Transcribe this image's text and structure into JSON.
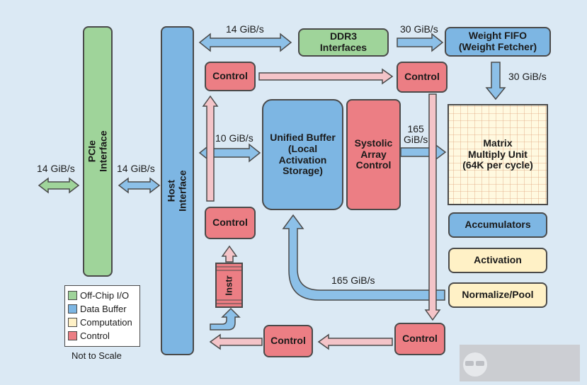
{
  "colors": {
    "background": "#dbe9f4",
    "off_chip_io": "#9fd49a",
    "data_buffer": "#7db6e3",
    "computation": "#fff1c6",
    "control": "#ec7e84",
    "pink_arrow": "#f4c4c8",
    "blue_arrow": "#8cc0e8",
    "grid_line": "#e0a27a",
    "grid_bg": "#fff9e0"
  },
  "blocks": {
    "pcie": "PCIe\nInterface",
    "host": "Host\nInterface",
    "ddr3": "DDR3\nInterfaces",
    "weight_fifo": "Weight FIFO\n(Weight Fetcher)",
    "unified_buffer": "Unified Buffer\n(Local\nActivation\nStorage)",
    "systolic": "Systolic\nArray\nControl",
    "matrix": "Matrix\nMultiply Unit\n(64K per cycle)",
    "accumulators": "Accumulators",
    "activation": "Activation",
    "normalize": "Normalize/Pool",
    "instr": "Instr",
    "control_top_left": "Control",
    "control_top_right": "Control",
    "control_mid_left": "Control",
    "control_bottom_mid": "Control",
    "control_bottom_right": "Control"
  },
  "labels": {
    "bw_pcie_left": "14 GiB/s",
    "bw_pcie_host": "14 GiB/s",
    "bw_host_ddr3": "14 GiB/s",
    "bw_ddr3_fifo": "30 GiB/s",
    "bw_fifo_matrix": "30 GiB/s",
    "bw_host_ub": "10 GiB/s",
    "bw_systolic_matrix": "165\nGiB/s",
    "bw_return": "165 GiB/s"
  },
  "legend": {
    "items": [
      {
        "label": "Off-Chip I/O",
        "color": "#9fd49a"
      },
      {
        "label": "Data Buffer",
        "color": "#7db6e3"
      },
      {
        "label": "Computation",
        "color": "#fff1c6"
      },
      {
        "label": "Control",
        "color": "#ec7e84"
      }
    ],
    "note": "Not to Scale"
  }
}
